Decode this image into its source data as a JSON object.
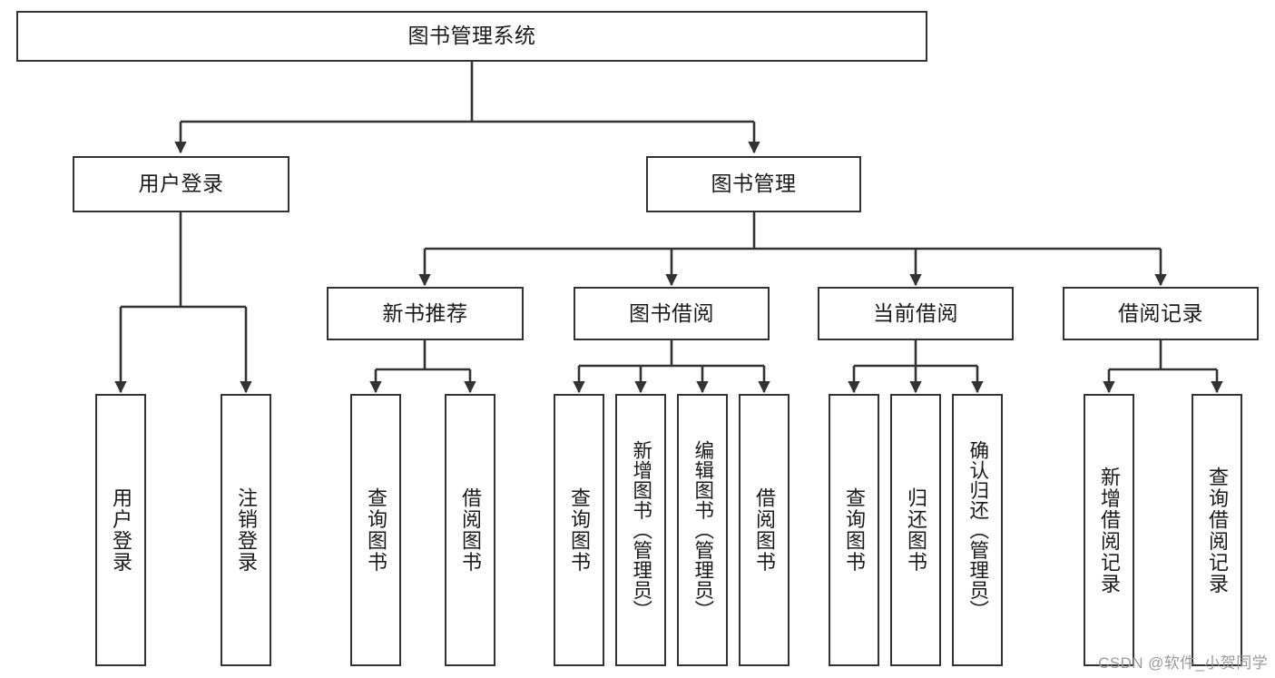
{
  "diagram": {
    "type": "tree-hierarchy-chart",
    "title": "图书管理系统",
    "colors": {
      "background": "#ffffff",
      "box_border": "#333333",
      "box_fill": "#ffffff",
      "text": "#1a1a1a",
      "connector": "#333333",
      "watermark": "#9a9a9a"
    },
    "root": {
      "label": "图书管理系统"
    },
    "level1": [
      {
        "label": "用户登录"
      },
      {
        "label": "图书管理"
      }
    ],
    "level2": [
      {
        "label": "新书推荐"
      },
      {
        "label": "图书借阅"
      },
      {
        "label": "当前借阅"
      },
      {
        "label": "借阅记录"
      }
    ],
    "leaves": {
      "user_login": [
        {
          "label": "用户登录"
        },
        {
          "label": "注销登录"
        }
      ],
      "new_book_recommend": [
        {
          "label": "查询图书"
        },
        {
          "label": "借阅图书"
        }
      ],
      "book_borrow": [
        {
          "label": "查询图书"
        },
        {
          "label": "新增图书（管理员）"
        },
        {
          "label": "编辑图书（管理员）"
        },
        {
          "label": "借阅图书"
        }
      ],
      "current_borrow": [
        {
          "label": "查询图书"
        },
        {
          "label": "归还图书"
        },
        {
          "label": "确认归还（管理员）"
        }
      ],
      "borrow_record": [
        {
          "label": "新增借阅记录"
        },
        {
          "label": "查询借阅记录"
        }
      ]
    }
  },
  "watermark": {
    "text": "CSDN @软件_小贺同学"
  }
}
